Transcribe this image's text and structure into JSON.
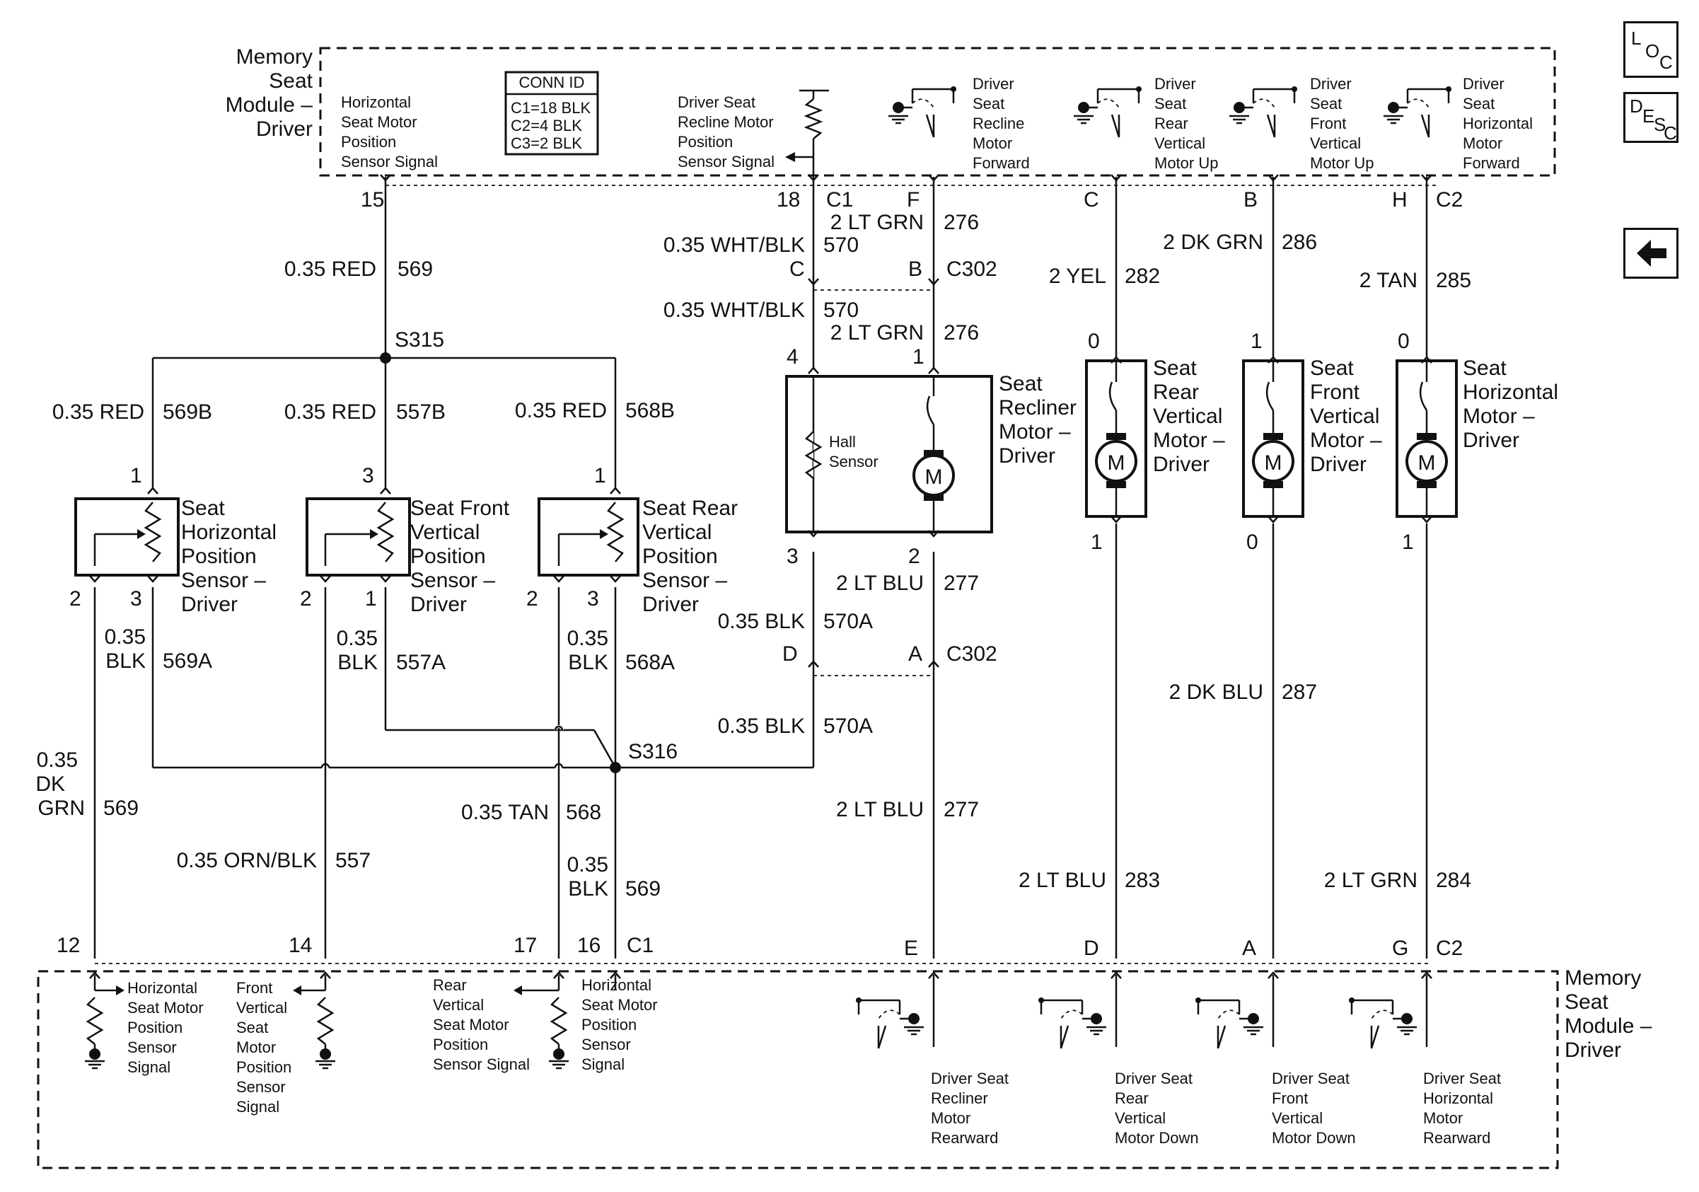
{
  "module": {
    "title_top": [
      "Memory",
      "Seat",
      "Module –",
      "Driver"
    ],
    "title_bottom": [
      "Memory",
      "Seat",
      "Module –",
      "Driver"
    ],
    "conn_id": {
      "title": "CONN ID",
      "c1": "C1=18 BLK",
      "c2": "C2=4 BLK",
      "c3": "C3=2 BLK"
    }
  },
  "top_signals": {
    "horiz_pos": [
      "Horizontal",
      "Seat Motor",
      "Position",
      "Sensor Signal"
    ],
    "recline_pos": [
      "Driver Seat",
      "Recline Motor",
      "Position",
      "Sensor Signal"
    ],
    "recline_fwd": [
      "Driver",
      "Seat",
      "Recline",
      "Motor",
      "Forward"
    ],
    "rear_up": [
      "Driver",
      "Seat",
      "Rear",
      "Vertical",
      "Motor Up"
    ],
    "front_up": [
      "Driver",
      "Seat",
      "Front",
      "Vertical",
      "Motor Up"
    ],
    "horiz_fwd": [
      "Driver",
      "Seat",
      "Horizontal",
      "Motor",
      "Forward"
    ]
  },
  "bottom_signals": {
    "horiz_pos": [
      "Horizontal",
      "Seat Motor",
      "Position",
      "Sensor",
      "Signal"
    ],
    "front_pos": [
      "Front",
      "Vertical",
      "Seat",
      "Motor",
      "Position",
      "Sensor",
      "Signal"
    ],
    "rear_pos": [
      "Rear",
      "Vertical",
      "Seat Motor",
      "Position",
      "Sensor Signal"
    ],
    "horiz_pos2": [
      "Horizontal",
      "Seat Motor",
      "Position",
      "Sensor",
      "Signal"
    ],
    "recline_rear": [
      "Driver Seat",
      "Recliner",
      "Motor",
      "Rearward"
    ],
    "rear_down": [
      "Driver Seat",
      "Rear",
      "Vertical",
      "Motor Down"
    ],
    "front_down": [
      "Driver Seat",
      "Front",
      "Vertical",
      "Motor Down"
    ],
    "horiz_rear": [
      "Driver Seat",
      "Horizontal",
      "Motor",
      "Rearward"
    ]
  },
  "components": {
    "horiz_sensor": [
      "Seat",
      "Horizontal",
      "Position",
      "Sensor –",
      "Driver"
    ],
    "front_sensor": [
      "Seat Front",
      "Vertical",
      "Position",
      "Sensor –",
      "Driver"
    ],
    "rear_sensor": [
      "Seat Rear",
      "Vertical",
      "Position",
      "Sensor –",
      "Driver"
    ],
    "recliner_motor": [
      "Seat",
      "Recliner",
      "Motor –",
      "Driver"
    ],
    "hall_sensor": [
      "Hall",
      "Sensor"
    ],
    "rear_motor": [
      "Seat",
      "Rear",
      "Vertical",
      "Motor –",
      "Driver"
    ],
    "front_motor": [
      "Seat",
      "Front",
      "Vertical",
      "Motor –",
      "Driver"
    ],
    "horiz_motor": [
      "Seat",
      "Horizontal",
      "Motor –",
      "Driver"
    ],
    "motor_symbol": "M"
  },
  "splices": {
    "s315": "S315",
    "s316": "S316"
  },
  "connectors": {
    "c1": "C1",
    "c2": "C2",
    "c302": "C302"
  },
  "pins": {
    "top_15": "15",
    "top_18": "18",
    "top_F": "F",
    "top_C": "C",
    "top_B": "B",
    "top_H": "H",
    "c302_C": "C",
    "c302_B": "B",
    "c302_D": "D",
    "c302_A": "A",
    "rec_4": "4",
    "rec_1": "1",
    "rec_3": "3",
    "rec_2": "2",
    "rear_top": "0",
    "rear_bot": "1",
    "front_top": "1",
    "front_bot": "0",
    "horiz_top": "0",
    "horiz_bot": "1",
    "hs_1": "1",
    "hs_2": "2",
    "hs_3": "3",
    "fs_3": "3",
    "fs_2": "2",
    "fs_1": "1",
    "rs_1": "1",
    "rs_2": "2",
    "rs_3": "3",
    "bot_12": "12",
    "bot_14": "14",
    "bot_17": "17",
    "bot_16": "16",
    "bot_E": "E",
    "bot_D": "D",
    "bot_A": "A",
    "bot_G": "G"
  },
  "wires": {
    "w569_top": {
      "color": "0.35 RED",
      "circuit": "569"
    },
    "w276_top": {
      "color": "2 LT GRN",
      "circuit": "276"
    },
    "w570_top": {
      "color": "0.35 WHT/BLK",
      "circuit": "570"
    },
    "w570_mid": {
      "color": "0.35 WHT/BLK",
      "circuit": "570"
    },
    "w276_mid": {
      "color": "2 LT GRN",
      "circuit": "276"
    },
    "w282": {
      "color": "2 YEL",
      "circuit": "282"
    },
    "w286": {
      "color": "2 DK GRN",
      "circuit": "286"
    },
    "w285": {
      "color": "2 TAN",
      "circuit": "285"
    },
    "w569B": {
      "color": "0.35 RED",
      "circuit": "569B"
    },
    "w557B": {
      "color": "0.35 RED",
      "circuit": "557B"
    },
    "w568B": {
      "color": "0.35 RED",
      "circuit": "568B"
    },
    "w277_top": {
      "color": "2 LT BLU",
      "circuit": "277"
    },
    "w570A_top": {
      "color": "0.35 BLK",
      "circuit": "570A"
    },
    "w570A_bot": {
      "color": "0.35 BLK",
      "circuit": "570A"
    },
    "w569A": {
      "color": [
        "0.35",
        "BLK"
      ],
      "circuit": "569A"
    },
    "w557A": {
      "color": [
        "0.35",
        "BLK"
      ],
      "circuit": "557A"
    },
    "w568A": {
      "color": [
        "0.35",
        "BLK"
      ],
      "circuit": "568A"
    },
    "w287": {
      "color": "2 DK BLU",
      "circuit": "287"
    },
    "w569_dk": {
      "color": [
        "0.35",
        "DK",
        "GRN"
      ],
      "circuit": "569"
    },
    "w568": {
      "color": "0.35 TAN",
      "circuit": "568"
    },
    "w557": {
      "color": "0.35 ORN/BLK",
      "circuit": "557"
    },
    "w569_bot": {
      "color": [
        "0.35",
        "BLK"
      ],
      "circuit": "569"
    },
    "w277_bot": {
      "color": "2 LT BLU",
      "circuit": "277"
    },
    "w283": {
      "color": "2 LT BLU",
      "circuit": "283"
    },
    "w284": {
      "color": "2 LT GRN",
      "circuit": "284"
    }
  },
  "nav": {
    "loc": {
      "a": "L",
      "b": "O",
      "c": "C"
    },
    "desc": {
      "a": "D",
      "b": "E",
      "c": "S",
      "d": "C"
    }
  }
}
